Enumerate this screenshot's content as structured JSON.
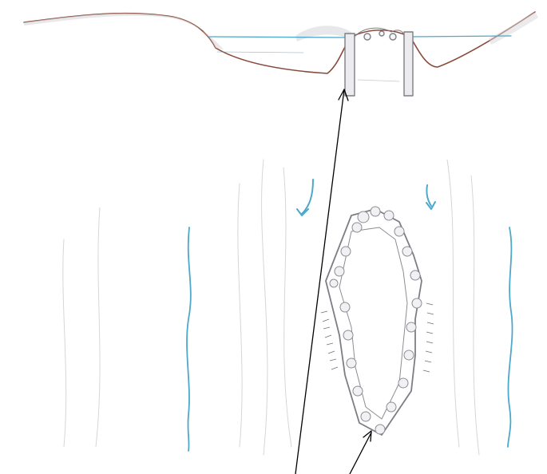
{
  "figure": {
    "kind": "hand-drawn cross-section sketch",
    "labels": [],
    "colors": {
      "paper": "#ffffff",
      "water": "#4ea8c9",
      "ground_line": "#8a4a3a",
      "pencil": "#8c8c8c",
      "stone_fill": "#e9e9ec",
      "annotation_arrow": "#000000"
    },
    "elements": [
      "ground-surface",
      "water-table-line",
      "well-shaft",
      "flow-arrows",
      "infiltration-pit",
      "groundwater-lines",
      "callout-arrows"
    ]
  }
}
